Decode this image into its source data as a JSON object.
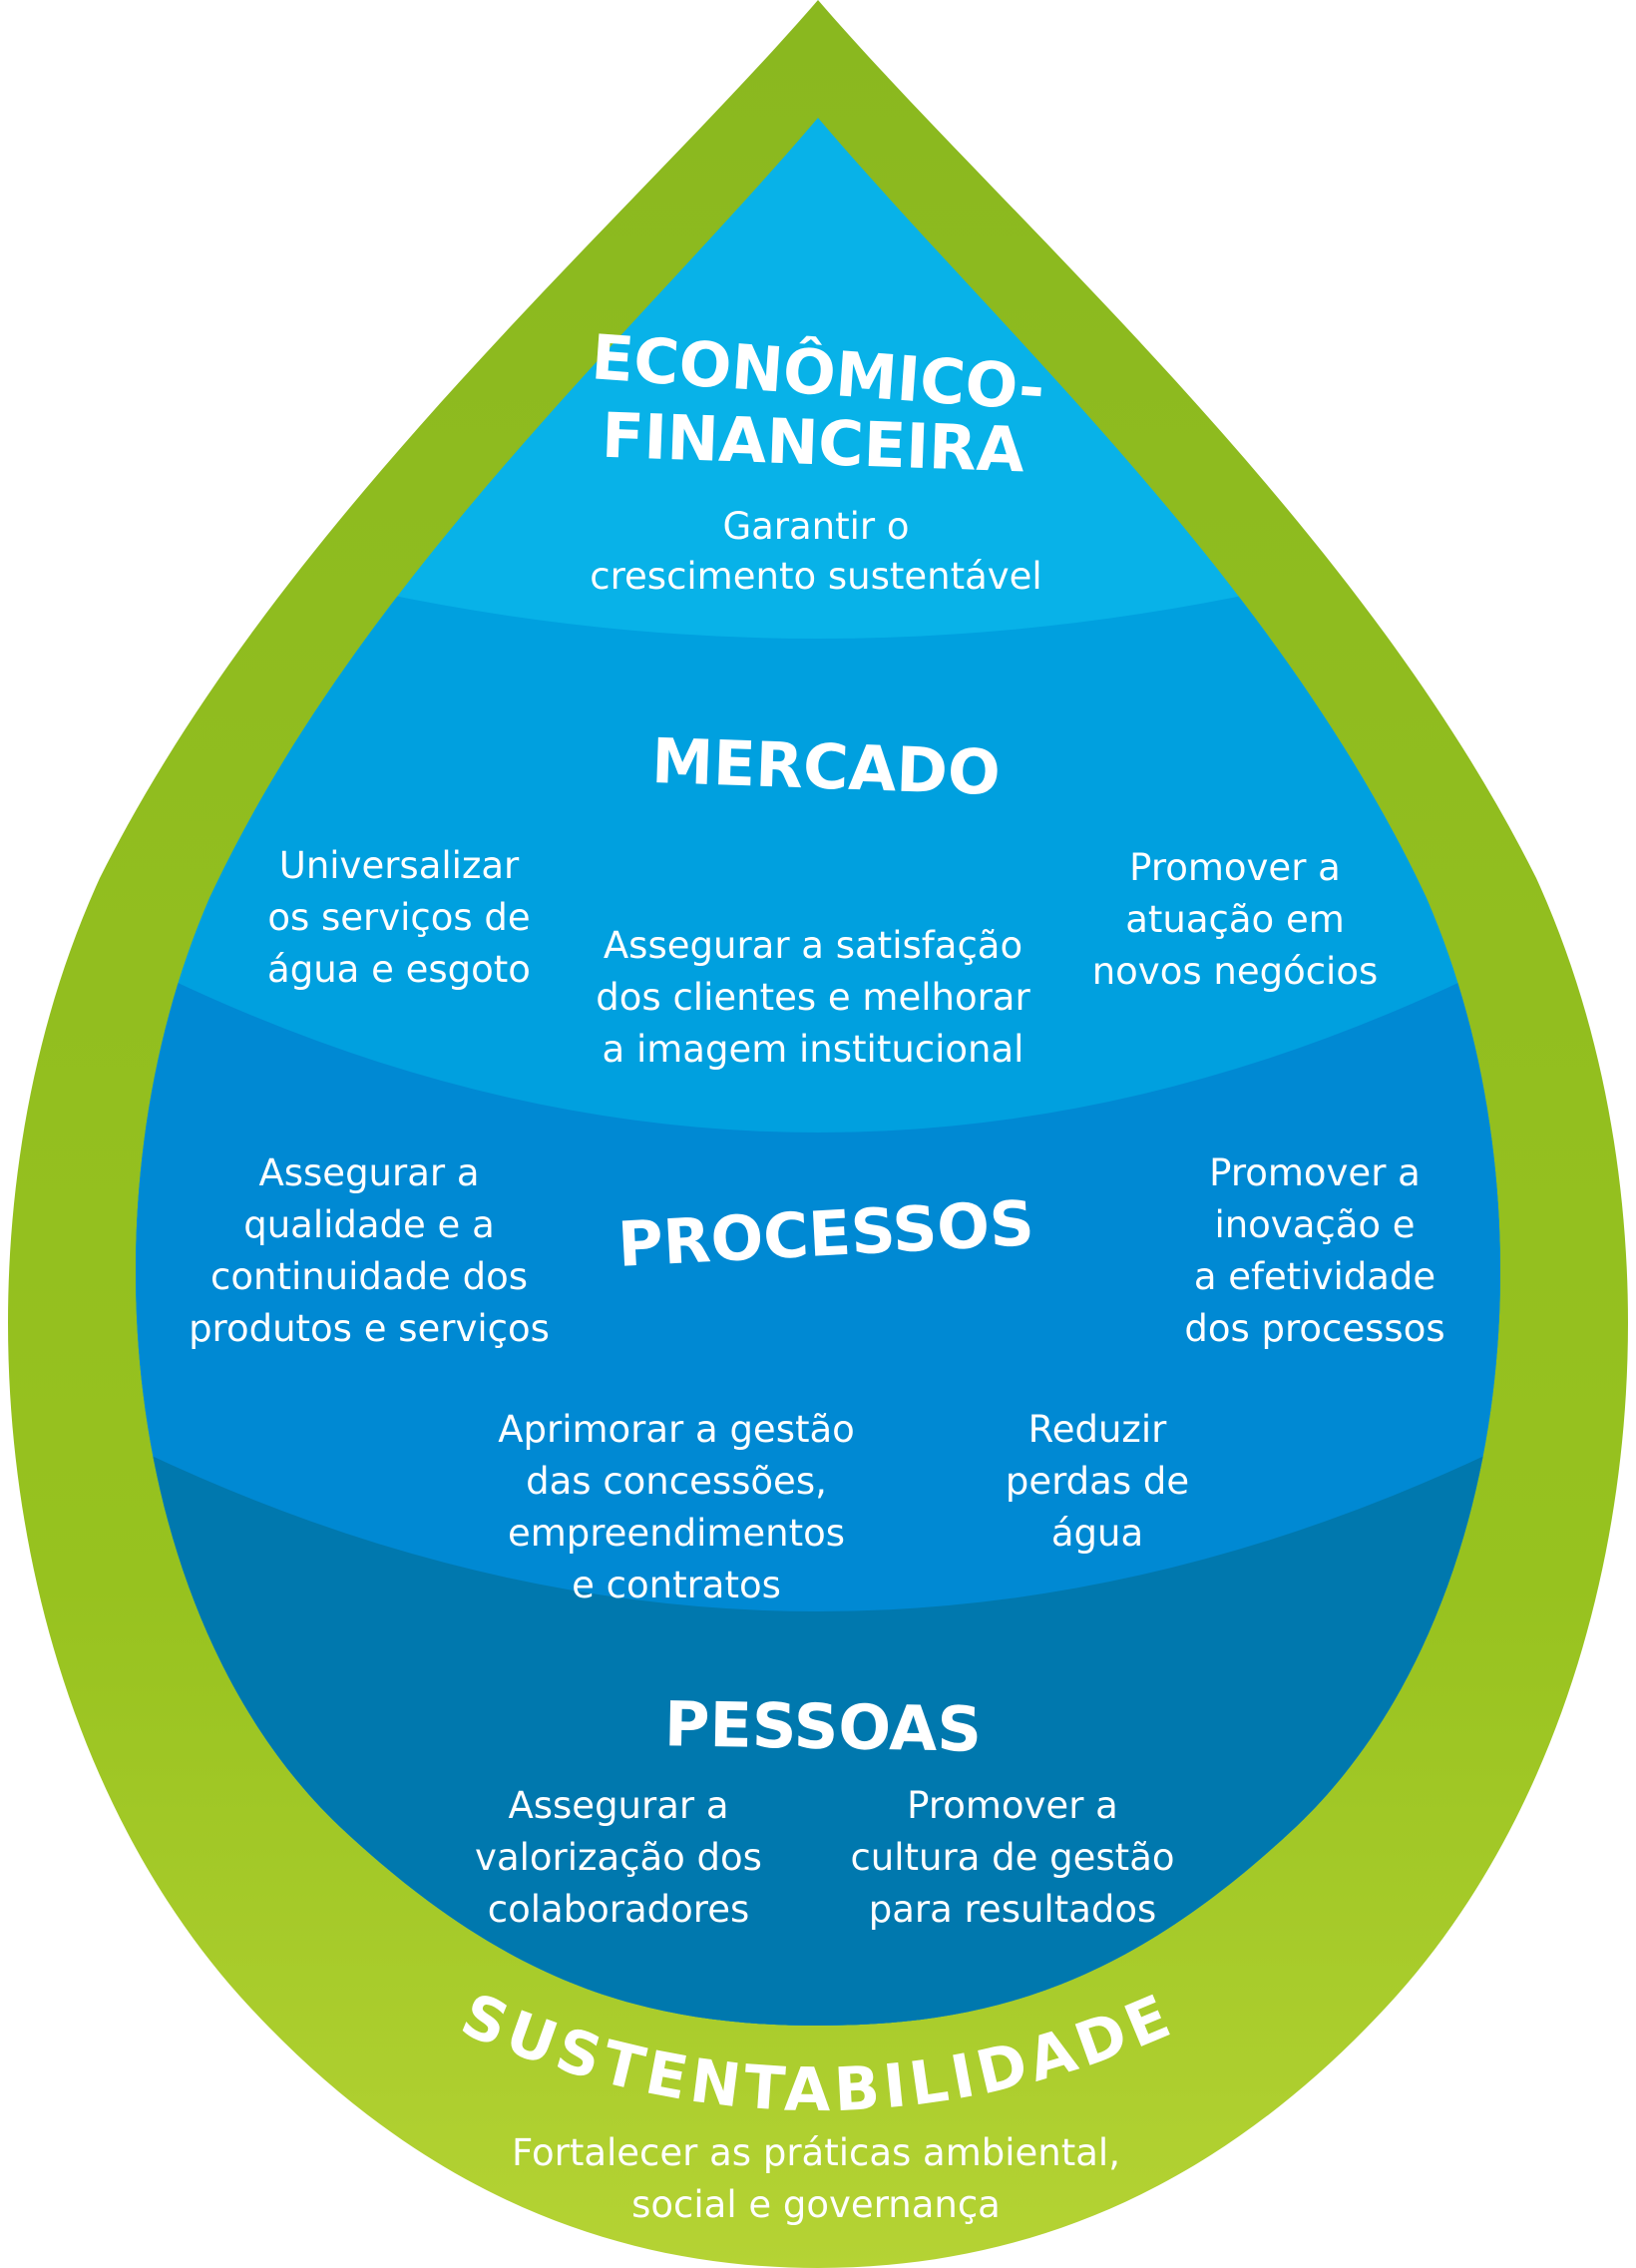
{
  "colors": {
    "outer_green": "#8ab81f",
    "light_green": "#b5d334",
    "economico": "#08b2e8",
    "mercado": "#00a0df",
    "processos": "#0089d3",
    "pessoas": "#0078ae",
    "text": "#ffffff"
  },
  "economico": {
    "title_line1": "ECONÔMICO-",
    "title_line2": "FINANCEIRA",
    "objective": [
      "Garantir o",
      "crescimento sustentável"
    ]
  },
  "mercado": {
    "title": "MERCADO",
    "objective_left": [
      "Universalizar",
      "os serviços de",
      "água e esgoto"
    ],
    "objective_center": [
      "Assegurar a satisfação",
      "dos clientes e melhorar",
      "a imagem institucional"
    ],
    "objective_right": [
      "Promover a",
      "atuação em",
      "novos negócios"
    ]
  },
  "processos": {
    "title": "PROCESSOS",
    "objective_left": [
      "Assegurar a",
      "qualidade e a",
      "continuidade dos",
      "produtos e serviços"
    ],
    "objective_right": [
      "Promover a",
      "inovação e",
      "a efetividade",
      "dos processos"
    ],
    "objective_bottom_left": [
      "Aprimorar a gestão",
      "das concessões,",
      "empreendimentos",
      "e contratos"
    ],
    "objective_bottom_right": [
      "Reduzir",
      "perdas de",
      "água"
    ]
  },
  "pessoas": {
    "title": "PESSOAS",
    "objective_left": [
      "Assegurar a",
      "valorização dos",
      "colaboradores"
    ],
    "objective_right": [
      "Promover a",
      "cultura de gestão",
      "para resultados"
    ]
  },
  "sustentabilidade": {
    "title": "SUSTENTABILIDADE",
    "objective": [
      "Fortalecer as práticas ambiental,",
      "social e governança"
    ]
  }
}
